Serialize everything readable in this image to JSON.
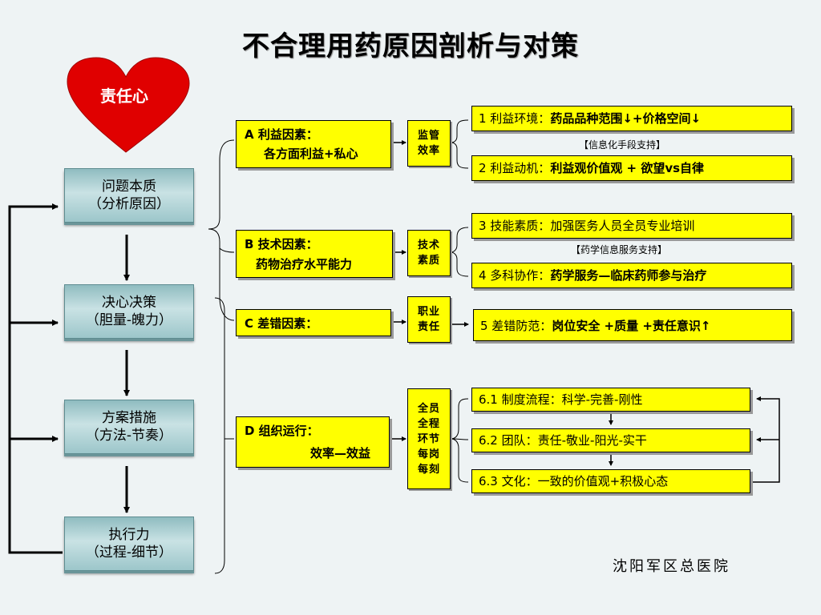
{
  "title": "不合理用药原因剖析与对策",
  "heart": {
    "label": "责任心",
    "color": "#e00000"
  },
  "pillars": [
    {
      "line1": "问题本质",
      "line2": "（分析原因）"
    },
    {
      "line1": "决心决策",
      "line2": "（胆量-魄力）"
    },
    {
      "line1": "方案措施",
      "line2": "（方法-节奏）"
    },
    {
      "line1": "执行力",
      "line2": "（过程-细节）"
    }
  ],
  "factors": [
    {
      "line1": "A 利益因素：",
      "line2": "各方面利益+私心"
    },
    {
      "line1": "B 技术因素：",
      "line2": "药物治疗水平能力"
    },
    {
      "line1": "C 差错因素：",
      "line2": ""
    },
    {
      "line1": "D 组织运行：",
      "line2": "效率—效益"
    }
  ],
  "connectors": [
    {
      "line1": "监管",
      "line2": "效率"
    },
    {
      "line1": "技术",
      "line2": "素质"
    },
    {
      "line1": "职业",
      "line2": "责任"
    },
    {
      "lines": [
        "全员",
        "全程",
        "环节",
        "每岗",
        "每刻"
      ]
    }
  ],
  "items": [
    {
      "prefix": "1 利益环境：",
      "bold": "药品品种范围↓+价格空间↓"
    },
    {
      "prefix": "2 利益动机：",
      "bold": "利益观价值观 + 欲望vs自律"
    },
    {
      "prefix": "3 技能素质：",
      "bold": "",
      "rest": "加强医务人员全员专业培训"
    },
    {
      "prefix": "4 多科协作：",
      "bold": "药学服务—临床药师参与治疗"
    },
    {
      "prefix": "5 差错防范：",
      "bold": "岗位安全 +质量 +责任意识↑"
    },
    {
      "prefix": "6.1 制度流程：",
      "rest": "科学-完善-刚性"
    },
    {
      "prefix": "6.2 团队：",
      "rest": "责任-敬业-阳光-实干"
    },
    {
      "prefix": "6.3 文化：",
      "rest": "一致的价值观+积极心态"
    }
  ],
  "notes": {
    "info_support": "【信息化手段支持】",
    "pharmacy_support": "【药学信息服务支持】"
  },
  "hospital": "沈阳军区总医院",
  "colors": {
    "box_fill": "#ffff00",
    "pillar": "#a8cfd2",
    "background": "#eef3f4"
  }
}
